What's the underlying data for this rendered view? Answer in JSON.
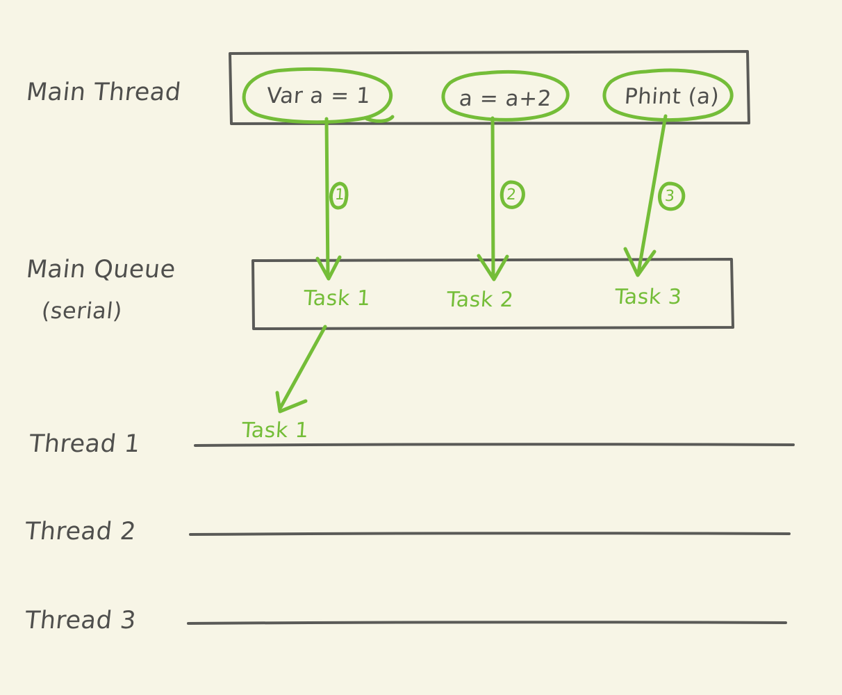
{
  "diagram": {
    "title": "Main Thread / Main Queue (serial) dispatch diagram",
    "style": "hand-drawn whiteboard sketch",
    "colors": {
      "background": "#f7f5e6",
      "ink_dark": "#4f4f4d",
      "ink_green": "#74bd38"
    }
  },
  "labels": {
    "main_thread": "Main Thread",
    "main_queue": "Main Queue",
    "main_queue_sub": "(serial)",
    "thread_1": "Thread 1",
    "thread_2": "Thread 2",
    "thread_3": "Thread 3"
  },
  "main_thread_box": {
    "statements": [
      {
        "id": "stmt-1",
        "text": "Var a = 1"
      },
      {
        "id": "stmt-2",
        "text": "a = a+2"
      },
      {
        "id": "stmt-3",
        "text": "Phint (a)"
      }
    ]
  },
  "main_queue_box": {
    "tasks": [
      {
        "id": "queue-task-1",
        "text": "Task 1"
      },
      {
        "id": "queue-task-2",
        "text": "Task 2"
      },
      {
        "id": "queue-task-3",
        "text": "Task 3"
      }
    ]
  },
  "arrows": {
    "step_markers": [
      {
        "id": "step-1",
        "text": "1"
      },
      {
        "id": "step-2",
        "text": "2"
      },
      {
        "id": "step-3",
        "text": "3"
      }
    ]
  },
  "thread_lanes": {
    "thread_1_task": "Task 1",
    "thread_2_task": "",
    "thread_3_task": ""
  }
}
